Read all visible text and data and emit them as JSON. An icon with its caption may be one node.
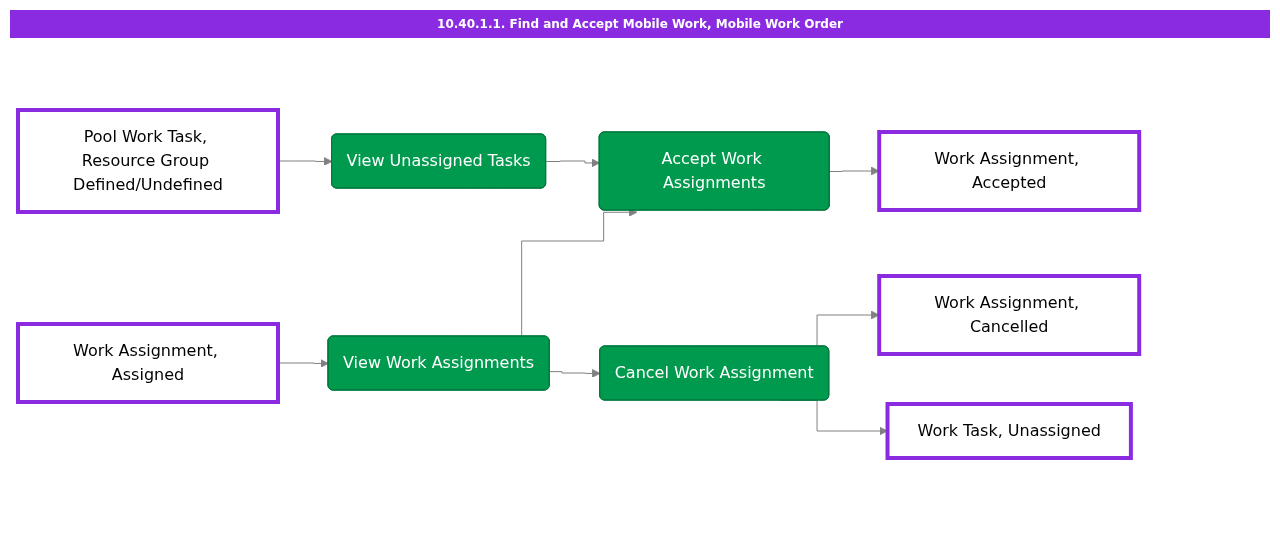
{
  "diagram": {
    "title": "10.40.1.1. Find and Accept Mobile Work, Mobile Work Order",
    "nodes": [
      {
        "text": [
          "Pool Work Task, Resource Group Defined/Undefined"
        ]
      },
      {
        "text": [
          "View Unassigned Tasks"
        ]
      },
      {
        "text": [
          "Work Assignment, Assigned"
        ]
      },
      {
        "text": [
          "View Work Assignments"
        ]
      },
      {
        "text": [
          "Accept Work Assignments"
        ]
      },
      {
        "text": [
          "Work Assignment, Accepted"
        ]
      },
      {
        "text": [
          "Cancel Work Assignment"
        ]
      },
      {
        "text": [
          "Work Assignment, Cancelled"
        ]
      },
      {
        "text": [
          "Work Task, Unassigned"
        ]
      }
    ],
    "edges": [
      {
        "from": 0,
        "to": 1,
        "arrow": "to"
      },
      {
        "from": 2,
        "to": 3,
        "arrow": "to"
      },
      {
        "from": 1,
        "to": 4,
        "arrow": "to"
      },
      {
        "from": 3,
        "to": 4,
        "arrow": "to"
      },
      {
        "from": 3,
        "to": 6,
        "arrow": "to"
      },
      {
        "from": 4,
        "to": 5,
        "arrow": "to"
      },
      {
        "from": 6,
        "to": 7,
        "arrow": "to"
      },
      {
        "from": 6,
        "to": 8,
        "arrow": "to"
      }
    ]
  }
}
